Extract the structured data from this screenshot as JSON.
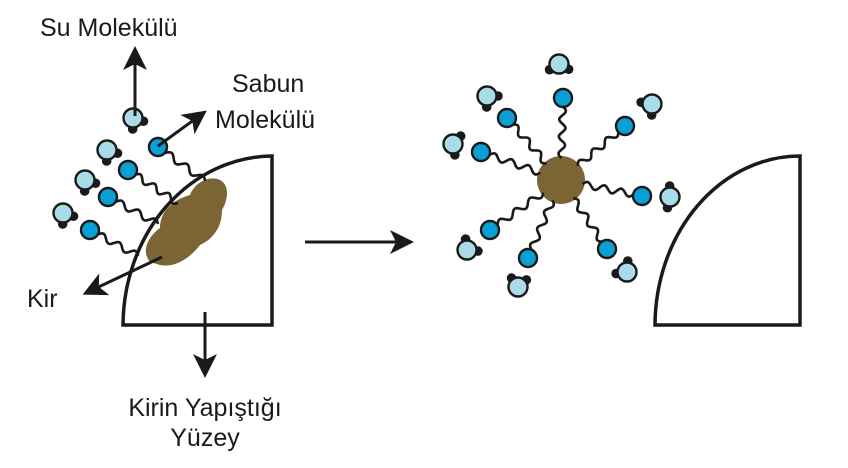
{
  "labels": {
    "water_molecule": "Su Molekülü",
    "soap_molecule_line1": "Sabun",
    "soap_molecule_line2": "Molekülü",
    "dirt": "Kir",
    "surface_line1": "Kirin Yapıştığı",
    "surface_line2": "Yüzey"
  },
  "colors": {
    "soap_head": "#0aa0d6",
    "water": "#a9dbe8",
    "dirt": "#7b6535",
    "ink": "#1a1a1a"
  }
}
